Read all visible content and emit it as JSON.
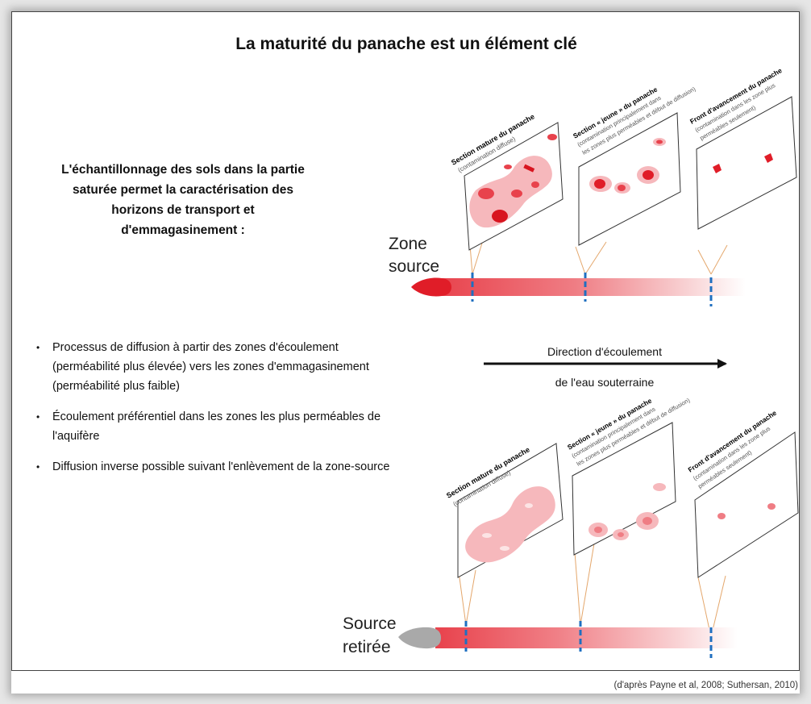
{
  "title": "La maturité du panache est un élément clé",
  "intro": [
    "L'échantillonnage des sols dans la partie",
    "saturée permet la caractérisation des",
    "horizons de transport et",
    "d'emmagasinement :"
  ],
  "bullets": [
    "Processus de diffusion à partir des zones d'écoulement (perméabilité plus élevée) vers les zones d'emmagasinement (perméabilité plus faible)",
    "Écoulement préférentiel dans les zones les plus perméables de l'aquifère",
    "Diffusion inverse possible suivant l'enlèvement de la zone-source"
  ],
  "top": {
    "source_label": [
      "Zone",
      "source"
    ],
    "sections": [
      {
        "title": "Section mature du panache",
        "note": "(contamination diffuse)"
      },
      {
        "title": "Section « jeune » du panache",
        "note": "(contamination principalement dans",
        "note2": "les zones plus perméables et début de diffusion)"
      },
      {
        "title": "Front d'avancement du panache",
        "note": "(contamination dans les zone plus",
        "note2": "perméables seulement)"
      }
    ]
  },
  "bottom": {
    "source_label": [
      "Source",
      "retirée"
    ],
    "sections": [
      {
        "title": "Section mature du panache",
        "note": "(contamination diffuse)"
      },
      {
        "title": "Section « jeune » du panache",
        "note": "(contamination principalement dans",
        "note2": "les zones plus perméables et début de diffusion)"
      },
      {
        "title": "Front d'avancement du panache",
        "note": "(contamination dans les zone plus",
        "note2": "perméables seulement)"
      }
    ]
  },
  "flow": [
    "Direction d'écoulement",
    "de l'eau souterraine"
  ],
  "citation": "(d'après Payne et al, 2008; Suthersan, 2010)",
  "colors": {
    "plume": "#e8424c",
    "plume_pale": "#f6b8bc",
    "spot": "#d8141f",
    "tick": "#1f6fc0",
    "source_removed": "#a9a9a9",
    "guide": "#e4a76c"
  }
}
